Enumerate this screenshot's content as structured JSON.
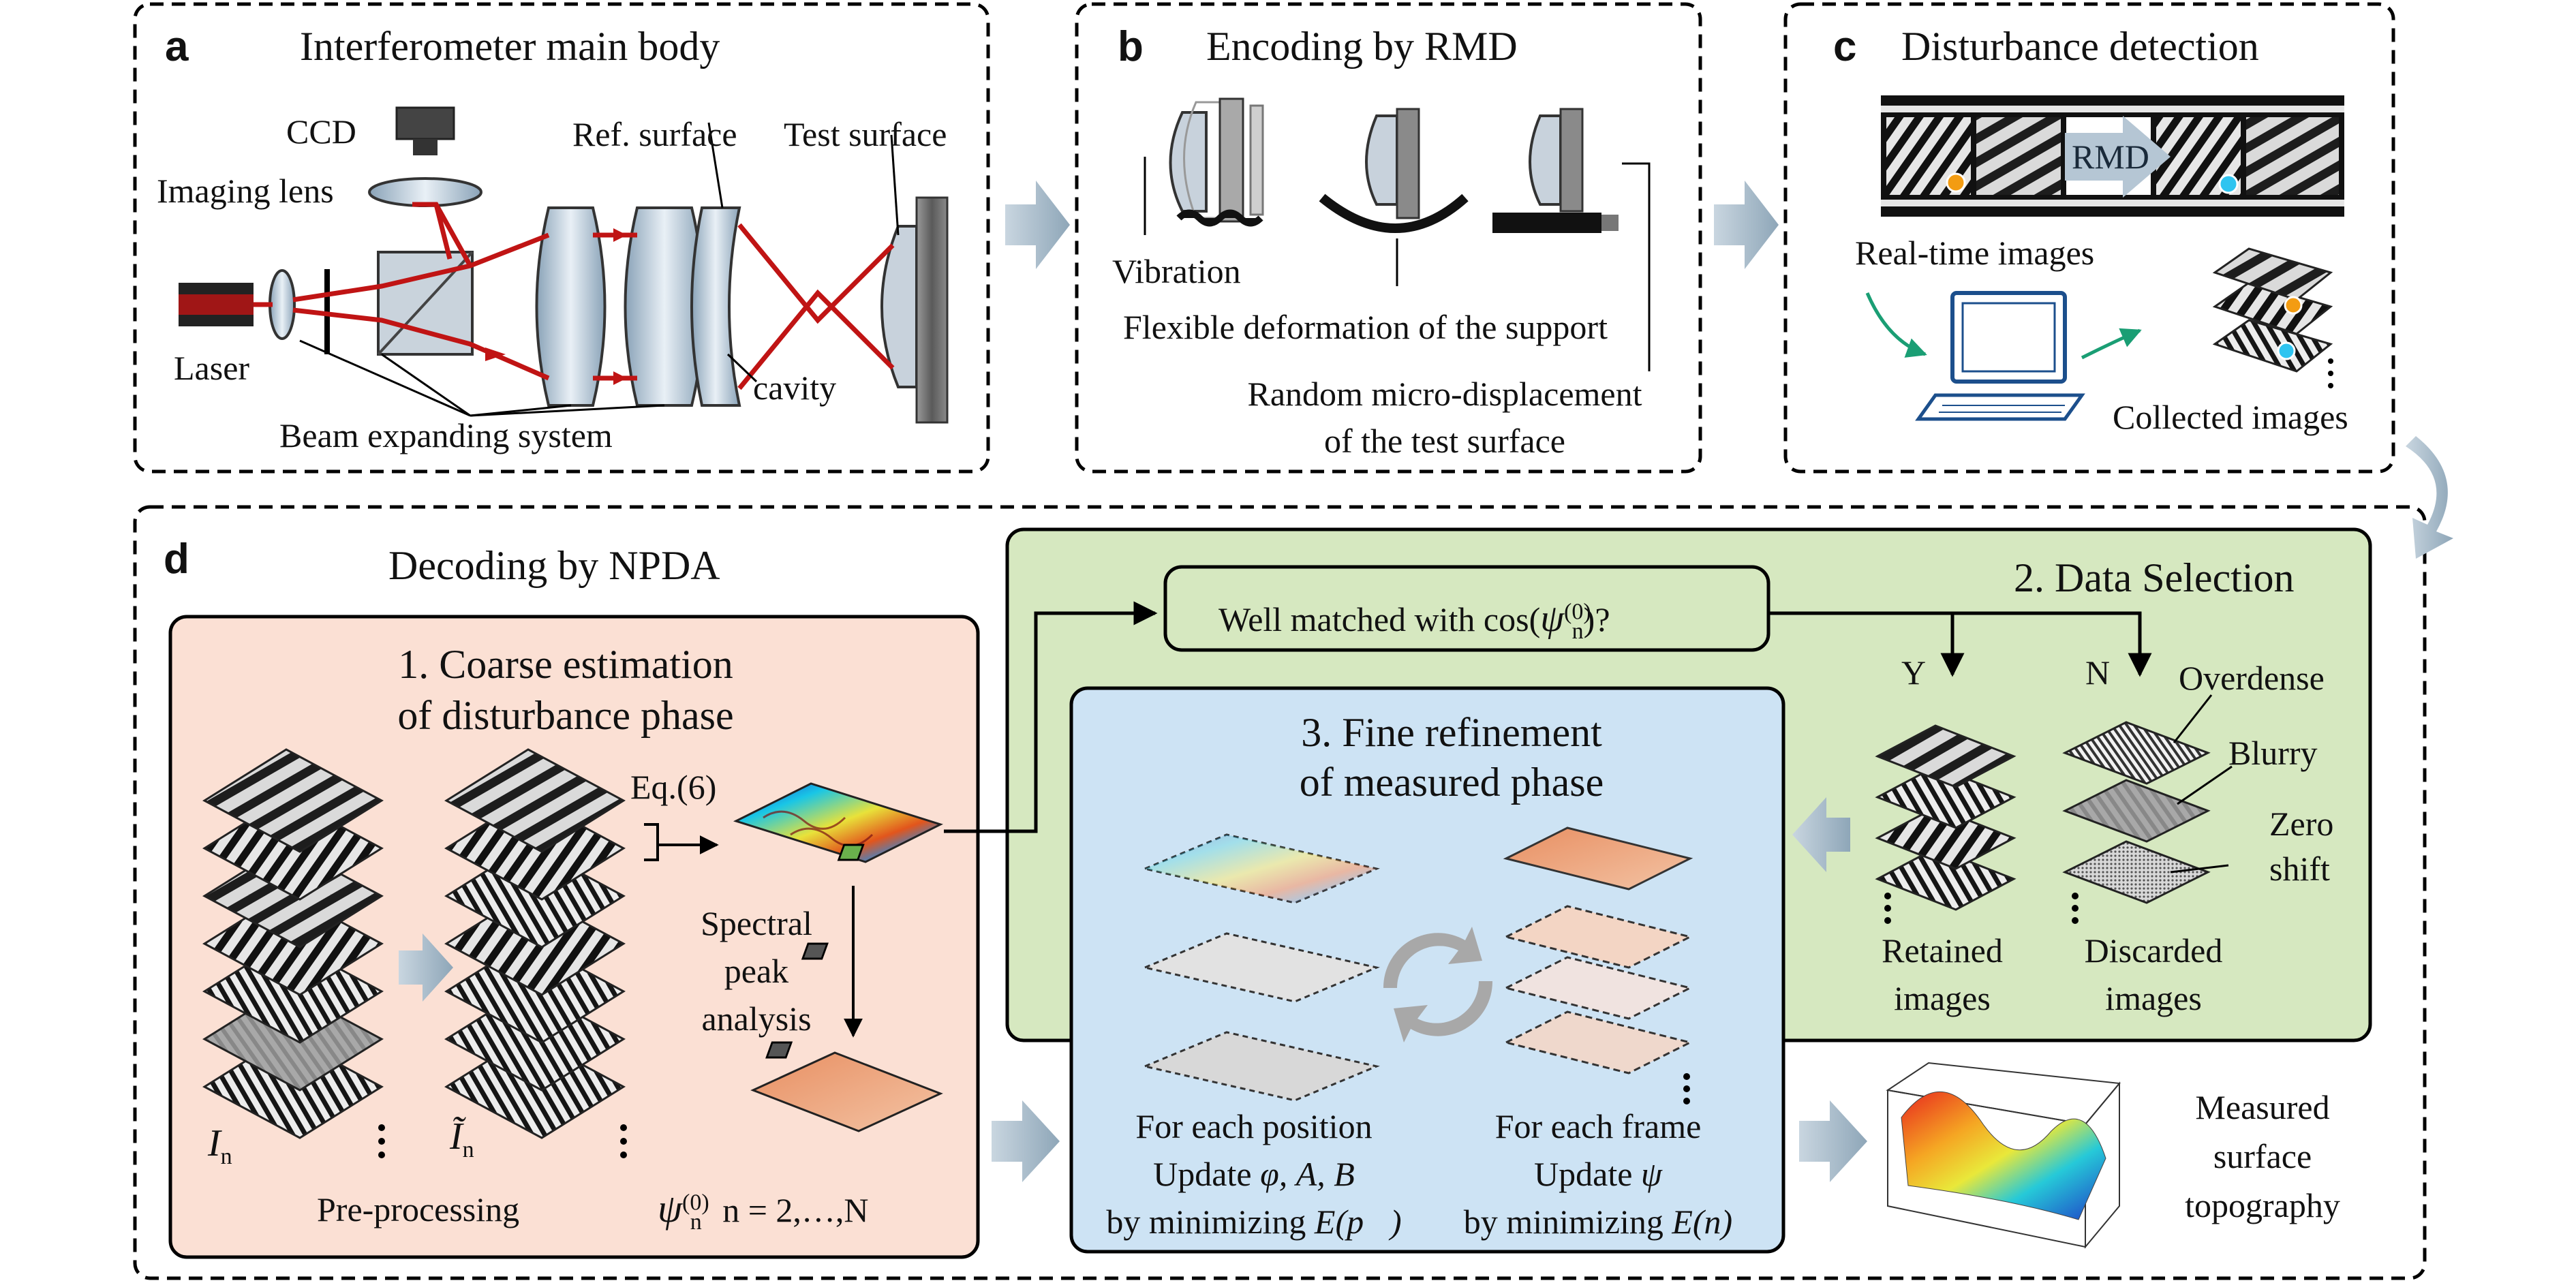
{
  "colors": {
    "beam": "#c01414",
    "orange_panel": "#fbe0d4",
    "green_panel": "#d6e8c0",
    "blue_panel": "#cde3f4",
    "arrow_gray_blue": "#a9bccb",
    "teal_arrow": "#1a9e74",
    "computer_blue": "#1c4f8c",
    "marker_orange": "#f39c12",
    "marker_cyan": "#2ec4f0",
    "copper": "#e29a70"
  },
  "panel_a": {
    "letter": "a",
    "title": "Interferometer main body",
    "ccd": "CCD",
    "imaging_lens": "Imaging lens",
    "ref_surface": "Ref. surface",
    "test_surface": "Test surface",
    "laser": "Laser",
    "cavity": "cavity",
    "beam_expanding": "Beam expanding system"
  },
  "panel_b": {
    "letter": "b",
    "title": "Encoding by RMD",
    "vibration": "Vibration",
    "flexible": "Flexible deformation of the support",
    "random_line1": "Random micro-displacement",
    "random_line2": "of the test surface"
  },
  "panel_c": {
    "letter": "c",
    "title": "Disturbance detection",
    "rmd": "RMD",
    "realtime": "Real-time images",
    "collected": "Collected images"
  },
  "panel_d": {
    "letter": "d",
    "title": "Decoding by NPDA",
    "coarse_line1": "1. Coarse estimation",
    "coarse_line2": "of disturbance phase",
    "eq": "Eq.(6)",
    "spectral_line1": "Spectral",
    "spectral_line2": "peak",
    "spectral_line3": "analysis",
    "In": "I",
    "In_sub": "n",
    "In_tilde": "Ĩ",
    "preprocessing": "Pre-processing",
    "psi_n0": "ψ",
    "psi_sup": "(0)",
    "psi_sub": "n",
    "n_range": "n = 2,…,N",
    "well_matched_pre": "Well matched with",
    "well_matched_cos": "cos(",
    "well_matched_post": ")?",
    "data_selection": "2. Data Selection",
    "Y": "Y",
    "N": "N",
    "overdense": "Overdense",
    "blurry": "Blurry",
    "zero": "Zero",
    "shift": "shift",
    "retained_line1": "Retained",
    "retained_line2": "images",
    "discarded_line1": "Discarded",
    "discarded_line2": "images",
    "fine_line1": "3. Fine refinement",
    "fine_line2": "of measured phase",
    "each_position": "For each position",
    "update_pos_pre": "Update",
    "update_pos_vars": "φ, A, B",
    "minimizing": "by minimizing",
    "E_p": "E(p⃗)",
    "each_frame": "For each frame",
    "update_frame_var": "ψ",
    "E_n": "E(n)",
    "measured_line1": "Measured",
    "measured_line2": "surface",
    "measured_line3": "topography"
  }
}
